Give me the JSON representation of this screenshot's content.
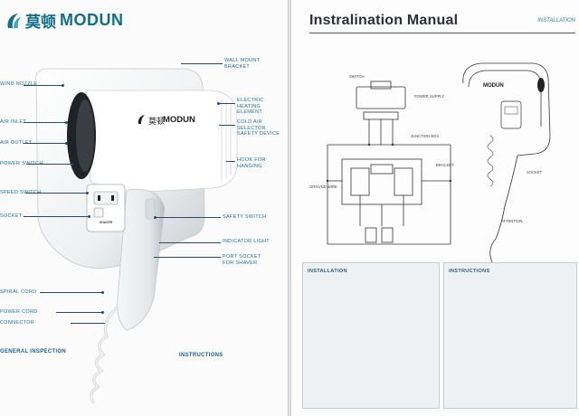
{
  "left_page": {
    "brand_cn": "莫顿",
    "brand_en": "MODUN",
    "dryer_brand_cn": "莫顿",
    "dryer_brand_en": "MODUN",
    "socket_label": "SHAVER",
    "left_labels": [
      "WIND NOZZLE",
      "AIR INLET",
      "AIR OUTLET",
      "POWER SWITCH",
      "SPEED SWITCH",
      "SOCKET"
    ],
    "right_labels": [
      "WALL MOUNT\nBRACKET",
      "ELECTRIC\nHEATING\nELEMENT",
      "COLD AIR\nSELECTOR\nSAFETY DEVICE",
      "HOOK FOR\nHANGING",
      "SAFETY SWITCH",
      "INDICATOR LIGHT",
      "PORT SOCKET\nFOR SHAVER"
    ],
    "lower_left_labels": [
      "SPIRAL CORD",
      "POWER CORD",
      "CONNECTOR"
    ],
    "section_left": "GENERAL INSPECTION",
    "section_right": "INSTRUCTIONS"
  },
  "right_page": {
    "title": "Instralination Manual",
    "subtitle": "INSTALLATION",
    "section1": "INSTALLATION",
    "section2": "INSTRUCTIONS",
    "diagram_labels": [
      "SWITCH",
      "POWER SUPPLY",
      "JUNCTION BOX",
      "GROUND WIRE",
      "BRACKET",
      "SOCKET"
    ],
    "right_annotation": "ATTENTION"
  },
  "colors": {
    "brand": "#0f6f8c",
    "label_blue": "#1f6fa0",
    "page": "#fbfbfb"
  }
}
